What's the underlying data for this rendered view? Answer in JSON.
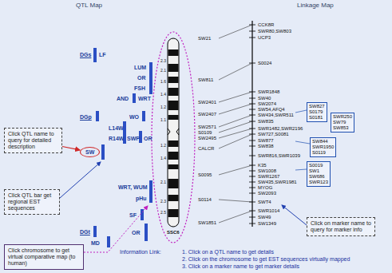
{
  "diagram": {
    "nodes": [
      {
        "text": [
          "Click QTL name to query for detailed description"
        ]
      },
      {
        "text": [
          "SW"
        ]
      },
      {
        "text": [
          "Click QTL bar get regional EST sequences"
        ]
      },
      {
        "text": [
          "Click chromosome to get virtual comparative map (to human)"
        ]
      },
      {
        "text": [
          "SW827",
          "S0179",
          "S0181"
        ]
      },
      {
        "text": [
          "SWR250",
          "SW79",
          "SW853"
        ]
      },
      {
        "text": [
          "SW844",
          "SWR1950",
          "S0119"
        ]
      },
      {
        "text": [
          "S0019",
          "SW1",
          "SW686",
          "SWR123"
        ]
      },
      {
        "text": [
          "Click on marker name to query for marker info"
        ]
      }
    ],
    "edges": [
      {
        "from": 0,
        "to": 1,
        "arrow": "to"
      }
    ],
    "labels": [
      "QTL Map",
      "Linkage Map",
      "DGs",
      "LF",
      "LUM",
      "OR",
      "FSH",
      "AND",
      "WRT",
      "DGp",
      "WO",
      "L14W",
      "R14W",
      "SWP",
      "OR",
      "WRT, WUM",
      "pHu",
      "SF",
      "DGt",
      "OR",
      "MD",
      "2.3",
      "2.1",
      "1.6",
      "1.4",
      "1.2",
      "1.1",
      "1.2",
      "1.4",
      "2.1",
      "2.3",
      "2.5",
      "SSC6",
      "SW21",
      "SW811",
      "SW2401",
      "SW2407",
      "SW2571",
      "S0109",
      "SW2495",
      "CALCR",
      "S0095",
      "S0114",
      "SW1851",
      "CCK8R",
      "SWR80,SW803",
      "UCP3",
      "S0024",
      "SWR1848",
      "SW40",
      "SW2074",
      "SW54,AFQ4",
      "SW434,SWR511",
      "SW835",
      "SWR1482,SWR2196",
      "SW727,S0081",
      "SW877",
      "SW838",
      "SWR816,SWR1039",
      "K35",
      "SW1008",
      "SWR1267",
      "SW435,SWR1981",
      "MYOG",
      "SW2093",
      "SWT4",
      "SWR1014",
      "SW49",
      "SW1349",
      "Information Link:",
      "1. Click on a QTL name to get details",
      "2. Click on the chromosome to get EST sequences virtually mapped",
      "3. Click on a marker name to get marker details"
    ]
  }
}
